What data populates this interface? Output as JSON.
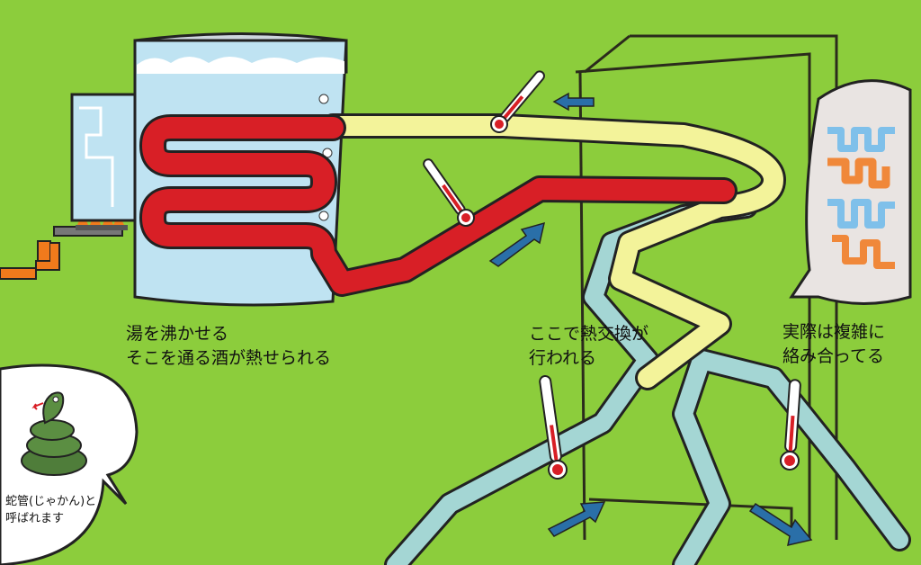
{
  "colors": {
    "background": "#8ccd3c",
    "hot_pipe": "#d81f26",
    "warm_pipe": "#f3f39a",
    "cool_pipe": "#a4d6d4",
    "water": "#bfe3f2",
    "arrow": "#2a6fa8",
    "burner_flame": "#f07a1c"
  },
  "labels": {
    "boil": [
      "湯を沸かせる",
      "そこを通る酒が熱せられる"
    ],
    "exchange": [
      "ここで熱交換が",
      "行われる"
    ],
    "complex": [
      "実際は複雑に",
      "絡み合ってる"
    ],
    "snake_pipe": [
      "蛇管(じゃかん)と",
      "呼ばれます"
    ]
  },
  "icons": [
    "pot-icon",
    "burner-icon",
    "faucet-icon",
    "thermometer-icon",
    "flow-arrow-icon",
    "snake-icon",
    "speech-bubble-icon",
    "heat-exchanger-icon"
  ]
}
